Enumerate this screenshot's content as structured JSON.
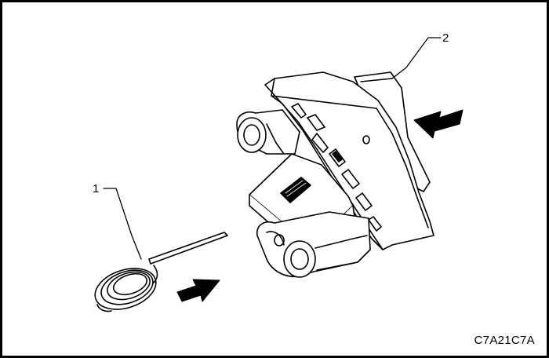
{
  "figure": {
    "code": "C7A21C7A",
    "callouts": [
      {
        "number": "1",
        "part": "spring-clip"
      },
      {
        "number": "2",
        "part": "actuator-housing"
      }
    ],
    "arrows": [
      "left-push-arrow",
      "right-push-arrow"
    ],
    "colors": {
      "ink": "#000000",
      "paper": "#ffffff"
    }
  }
}
